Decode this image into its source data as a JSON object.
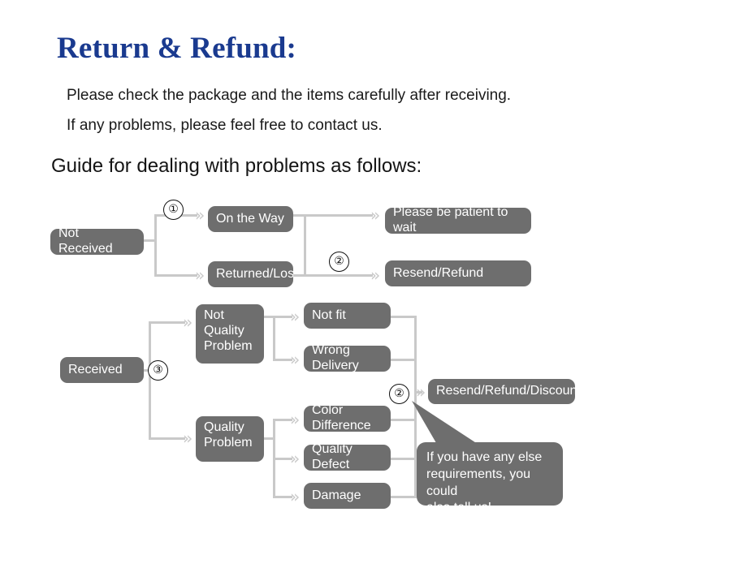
{
  "header": {
    "title": "Return & Refund:",
    "lead_line_1": "Please check the package and the items carefully after receiving.",
    "lead_line_2": "If any problems, please feel free to contact us.",
    "guide_line": "Guide for dealing with problems as follows:"
  },
  "colors": {
    "title": "#1a3a8f",
    "node_fill": "#6e6e6e",
    "node_text": "#ffffff",
    "connector": "#c9c9c9",
    "background": "#ffffff"
  },
  "markers": {
    "one": "①",
    "two_top": "②",
    "three": "③",
    "two_bottom": "②"
  },
  "nodes": {
    "not_received": "Not Received",
    "on_the_way": "On the Way",
    "returned_lost": "Returned/Lost",
    "please_wait": "Please be patient to wait",
    "resend_refund": "Resend/Refund",
    "received": "Received",
    "not_quality_problem": "Not\nQuality\nProblem",
    "not_fit": "Not fit",
    "wrong_delivery": "Wrong Delivery",
    "quality_problem": "Quality\nProblem",
    "color_difference": "Color Difference",
    "quality_defect": "Quality Defect",
    "damage": "Damage",
    "resend_refund_discount": "Resend/Refund/Discount"
  },
  "bubble": {
    "text": "If you have any else\nrequirements, you could\nalso tell us!"
  },
  "chart_data": {
    "type": "diagram",
    "title": "Guide for dealing with problems as follows:",
    "flows": [
      {
        "root": "Not Received",
        "marker": "①",
        "branches": [
          {
            "node": "On the Way",
            "marker": "②",
            "outcome": "Please be patient to wait"
          },
          {
            "node": "Returned/Lost",
            "marker": "②",
            "outcome": "Resend/Refund"
          }
        ]
      },
      {
        "root": "Received",
        "marker": "③",
        "branches": [
          {
            "node": "Not Quality Problem",
            "reasons": [
              "Not fit",
              "Wrong Delivery"
            ],
            "marker": "②",
            "outcome": "Resend/Refund/Discount"
          },
          {
            "node": "Quality Problem",
            "reasons": [
              "Color Difference",
              "Quality Defect",
              "Damage"
            ],
            "marker": "②",
            "outcome": "Resend/Refund/Discount"
          }
        ]
      }
    ],
    "note": "If you have any else requirements, you could also tell us!"
  }
}
